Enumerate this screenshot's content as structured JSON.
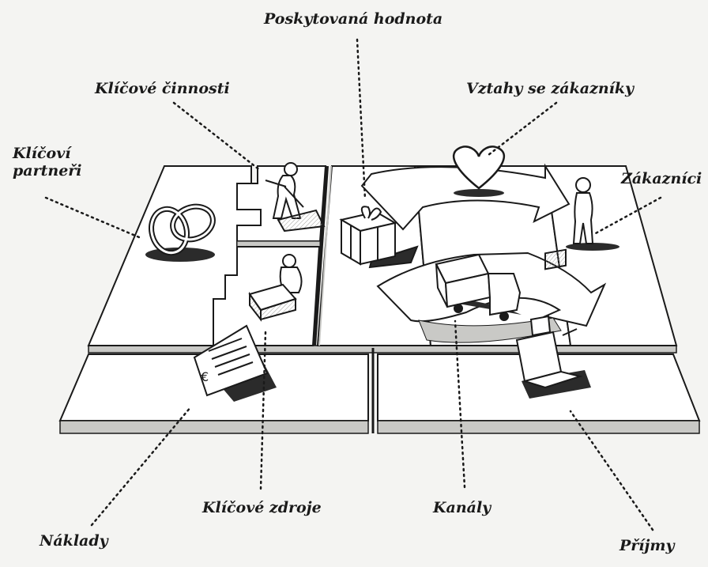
{
  "labels": {
    "value_proposition": "Poskytovaná hodnota",
    "key_activities": "Klíčové činnosti",
    "customer_relationships": "Vztahy se zákazníky",
    "key_partners_line1": "Klíčoví",
    "key_partners_line2": "partneři",
    "customer_segments": "Zákazníci",
    "key_resources": "Klíčové zdroje",
    "channels": "Kanály",
    "cost_structure": "Náklady",
    "revenue_streams": "Příjmy"
  },
  "colors": {
    "background": "#f4f4f2",
    "ink": "#1a1a1a",
    "board_top": "#ffffff",
    "board_side": "#c9c9c6",
    "shadow": "#2b2b2b"
  },
  "icons": [
    "rings-icon",
    "worker-icon",
    "gift-icon",
    "heart-icon",
    "person-icon",
    "truck-icon",
    "machine-icon",
    "document-icon",
    "cash-register-icon"
  ]
}
